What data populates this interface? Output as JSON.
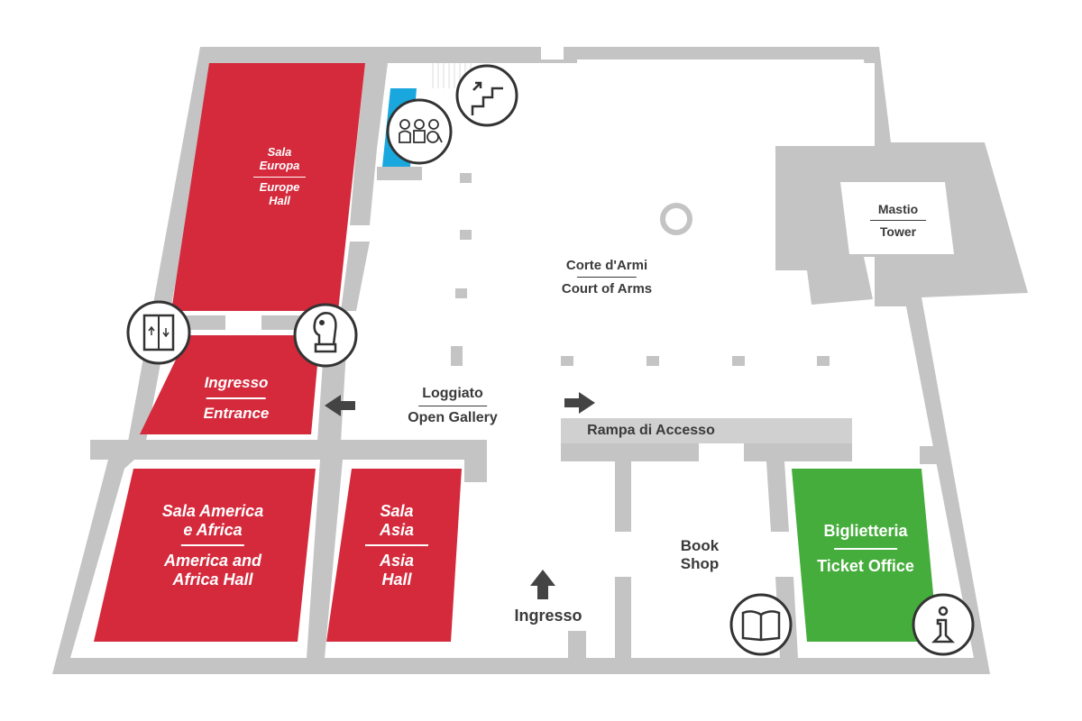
{
  "colors": {
    "exhibit": "#d42a3c",
    "ticket": "#45ad3b",
    "accessible": "#1aa7de",
    "wall": "#c4c4c4",
    "text": "#3a3a3a"
  },
  "rooms": {
    "europa": {
      "it": "Sala Europa",
      "it1": "Sala",
      "it2": "Europa",
      "en1": "Europe",
      "en2": "Hall"
    },
    "entrance": {
      "it": "Ingresso",
      "en": "Entrance"
    },
    "america": {
      "it1": "Sala America",
      "it2": "e Africa",
      "en1": "America and",
      "en2": "Africa Hall"
    },
    "asia": {
      "it1": "Sala",
      "it2": "Asia",
      "en1": "Asia",
      "en2": "Hall"
    },
    "ticket": {
      "it": "Biglietteria",
      "en": "Ticket Office"
    },
    "bookshop": {
      "l1": "Book",
      "l2": "Shop"
    },
    "court": {
      "it": "Corte d'Armi",
      "en": "Court of Arms"
    },
    "loggia": {
      "it": "Loggiato",
      "en": "Open Gallery"
    },
    "tower": {
      "it": "Mastio",
      "en": "Tower"
    },
    "ramp": "Rampa di Accesso",
    "main_entrance": "Ingresso"
  },
  "icons": [
    "stairs-icon",
    "accessible-restroom-icon",
    "elevator-icon",
    "chess-knight-icon",
    "book-icon",
    "info-icon",
    "arrow-left-icon",
    "arrow-right-icon",
    "arrow-up-icon"
  ]
}
